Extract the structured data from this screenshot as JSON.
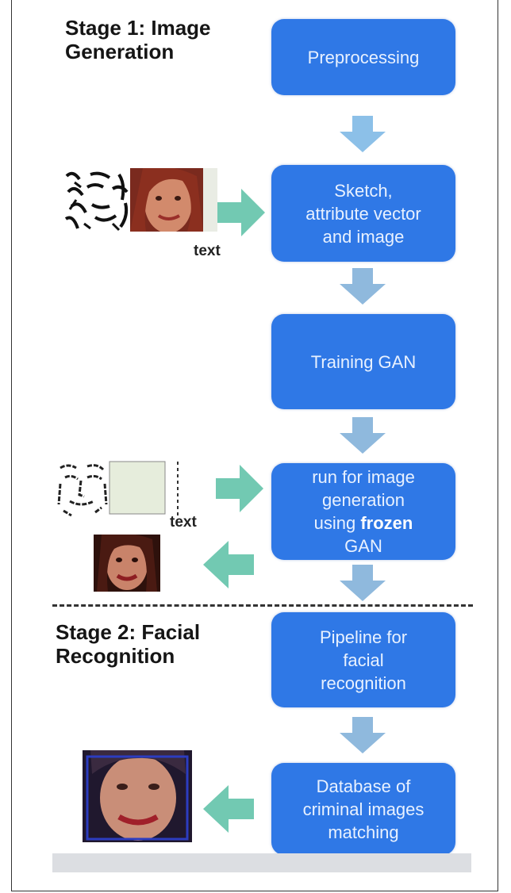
{
  "stage1_title": "Stage 1: Image\nGeneration",
  "stage2_title": "Stage 2: Facial\nRecognition",
  "boxes": {
    "preprocessing": "Preprocessing",
    "sketch": "Sketch,\nattribute vector\nand image",
    "training": "Training GAN",
    "run_pre": "run for image\ngeneration\nusing ",
    "run_bold": "frozen",
    "run_post": "\nGAN",
    "pipeline": "Pipeline for\nfacial\nrecognition",
    "database": "Database of\ncriminal images\nmatching"
  },
  "labels": {
    "text_1": "text",
    "text_2": "text"
  },
  "colors": {
    "box_fill": "#2f78e6",
    "down_arrow": "#8cc0e8",
    "side_arrow": "#72c9b2"
  }
}
